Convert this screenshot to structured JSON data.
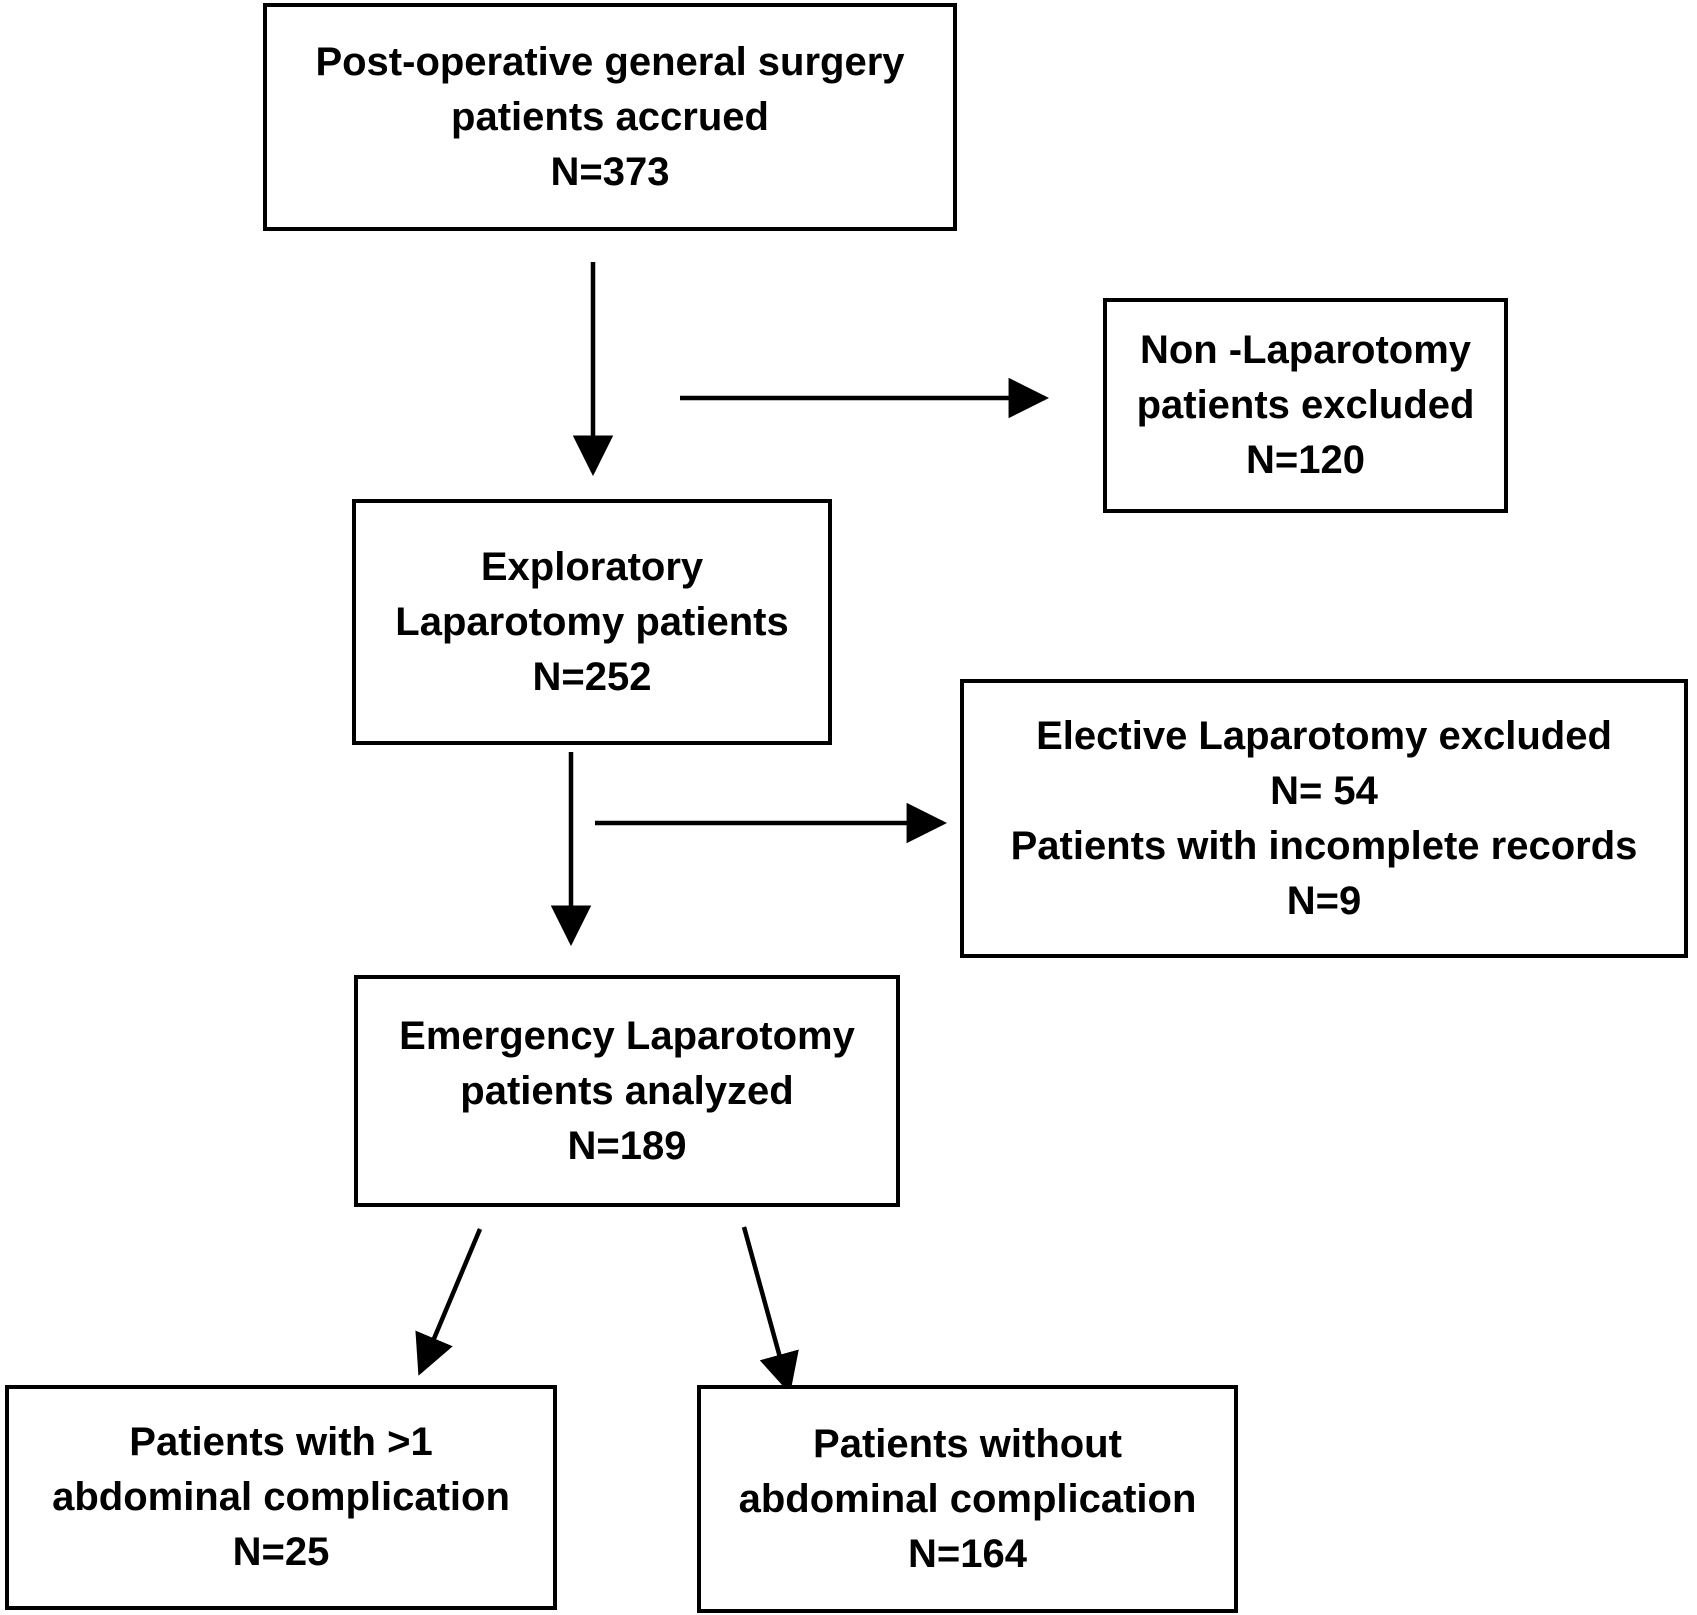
{
  "diagram": {
    "type": "flowchart",
    "colors": {
      "line": "#000000",
      "background": "#ffffff",
      "text": "#000000"
    },
    "boxes": [
      {
        "id": "accrued",
        "lines": [
          "Post-operative general surgery",
          "patients accrued",
          "N=373"
        ]
      },
      {
        "id": "non_laparotomy_excluded",
        "lines": [
          "Non -Laparotomy",
          "patients excluded",
          "N=120"
        ]
      },
      {
        "id": "exploratory",
        "lines": [
          "Exploratory",
          "Laparotomy patients",
          "N=252"
        ]
      },
      {
        "id": "elective_excluded",
        "lines": [
          "Elective Laparotomy excluded",
          "N= 54",
          "Patients with incomplete records",
          "N=9"
        ]
      },
      {
        "id": "emergency_analyzed",
        "lines": [
          "Emergency Laparotomy",
          "patients analyzed",
          "N=189"
        ]
      },
      {
        "id": "with_complication",
        "lines": [
          "Patients with >1",
          "abdominal complication",
          "N=25"
        ]
      },
      {
        "id": "without_complication",
        "lines": [
          "Patients without",
          "abdominal complication",
          "N=164"
        ]
      }
    ],
    "edges": [
      {
        "from": "accrued",
        "to": "exploratory"
      },
      {
        "from": "accrued",
        "to": "non_laparotomy_excluded"
      },
      {
        "from": "exploratory",
        "to": "emergency_analyzed"
      },
      {
        "from": "exploratory",
        "to": "elective_excluded"
      },
      {
        "from": "emergency_analyzed",
        "to": "with_complication"
      },
      {
        "from": "emergency_analyzed",
        "to": "without_complication"
      }
    ]
  }
}
